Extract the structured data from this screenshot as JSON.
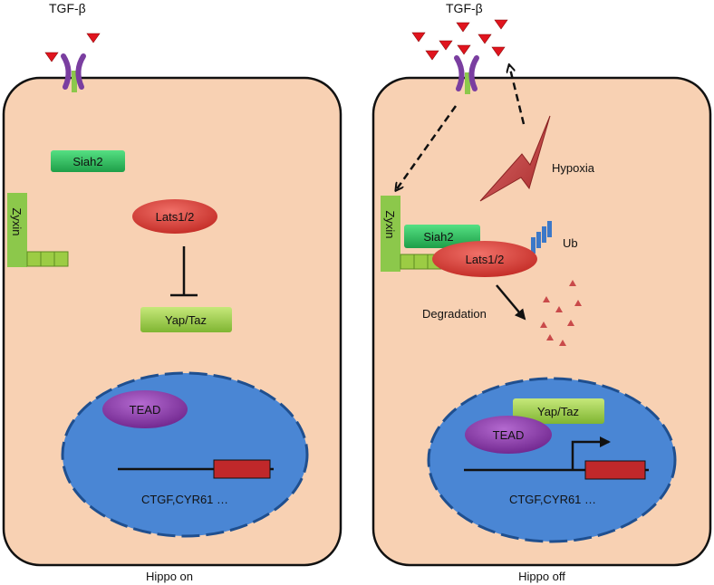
{
  "ligand_label": "TGF-β",
  "left_panel": {
    "caption": "Hippo on",
    "proteins": {
      "siah2": "Siah2",
      "zyxin": "Zyxin",
      "lats": "Lats1/2",
      "yap_taz": "Yap/Taz",
      "tead": "TEAD"
    },
    "genes": "CTGF,CYR61 …"
  },
  "right_panel": {
    "caption": "Hippo off",
    "proteins": {
      "siah2": "Siah2",
      "zyxin": "Zyxin",
      "lats": "Lats1/2",
      "yap_taz": "Yap/Taz",
      "tead": "TEAD"
    },
    "hypoxia": "Hypoxia",
    "ubiquitin": "Ub",
    "degradation": "Degradation",
    "genes": "CTGF,CYR61 …"
  },
  "colors": {
    "cell_fill": "#f8d1b3",
    "nucleus_fill": "#4a86d4",
    "siah2": "#2bbf5a",
    "zyxin": "#8cc84b",
    "lats": "#d63a32",
    "yap_taz": "#9ccc44",
    "tead": "#8a34a8",
    "tgf_beta": "#e0141e",
    "hypoxia_bolt": "#c43c3c",
    "ubiquitin": "#3c78c8",
    "gene_box": "#c0282a"
  }
}
